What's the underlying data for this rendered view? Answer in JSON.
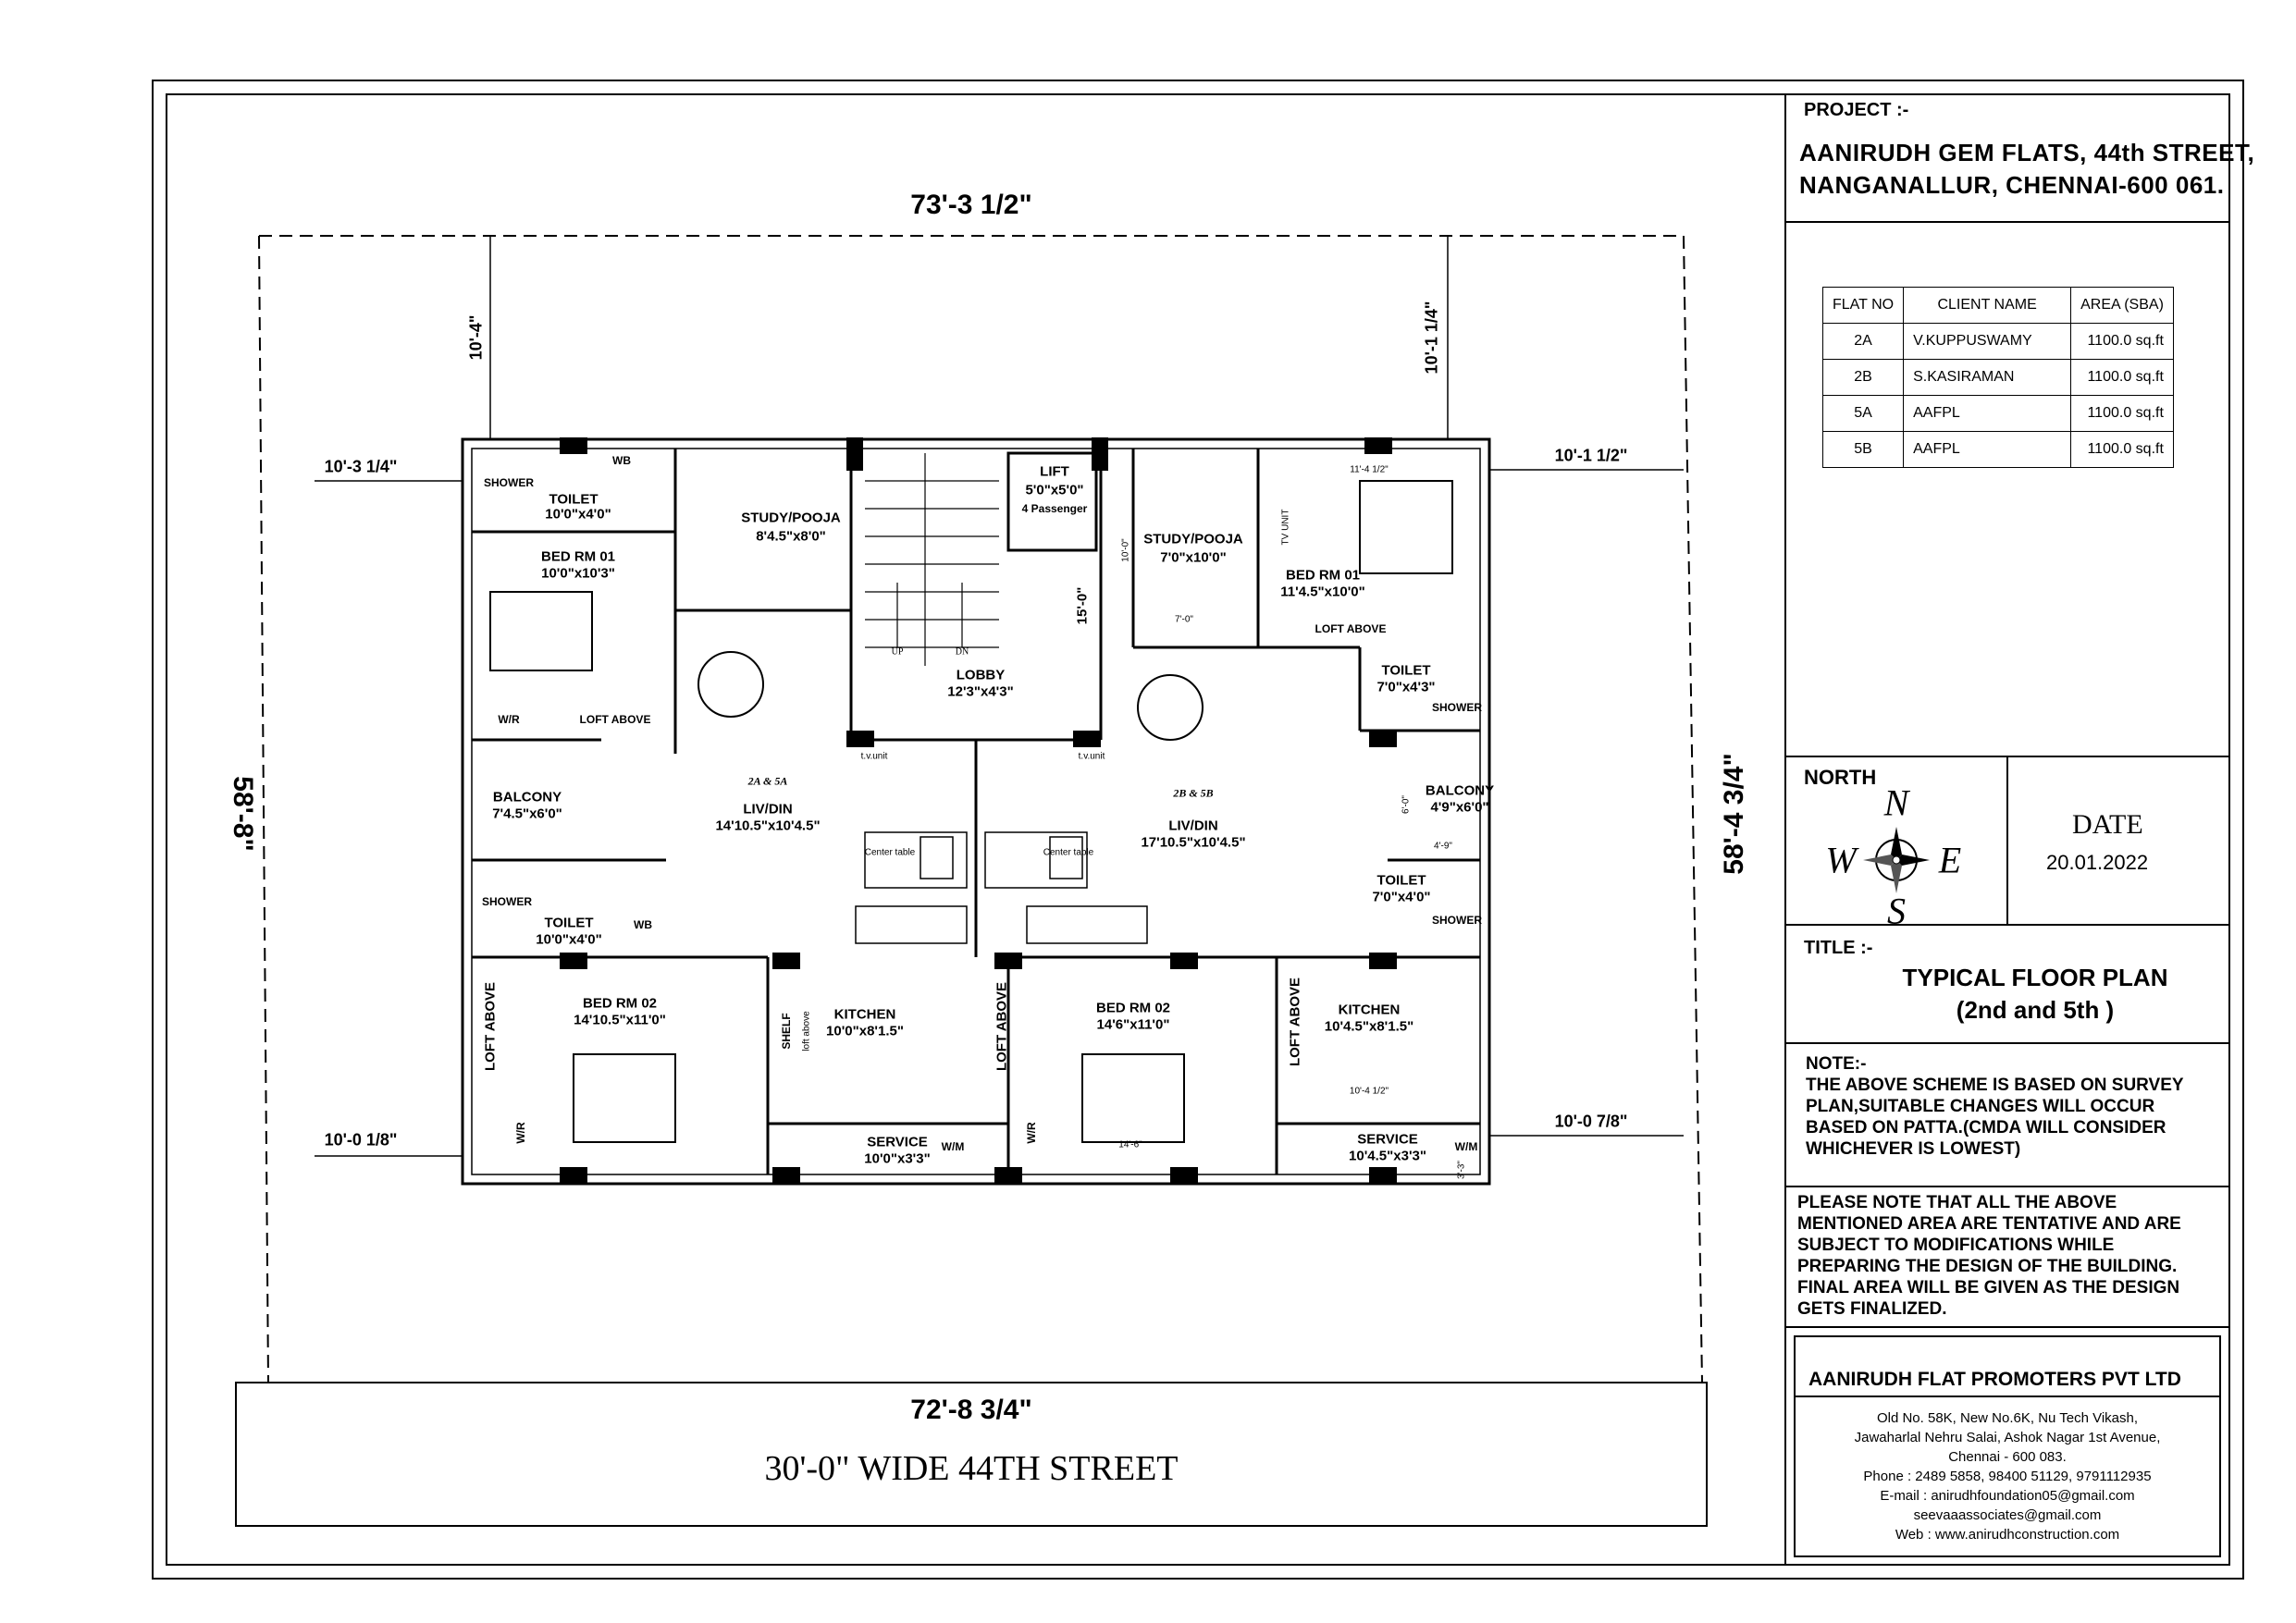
{
  "project": {
    "label": "PROJECT :-",
    "line1": "AANIRUDH GEM FLATS, 44th STREET,",
    "line2": "NANGANALLUR, CHENNAI-600 061."
  },
  "clients_table": {
    "headers": [
      "FLAT NO",
      "CLIENT NAME",
      "AREA (SBA)"
    ],
    "rows": [
      [
        "2A",
        "V.KUPPUSWAMY",
        "1100.0 sq.ft"
      ],
      [
        "2B",
        "S.KASIRAMAN",
        "1100.0 sq.ft"
      ],
      [
        "5A",
        "AAFPL",
        "1100.0 sq.ft"
      ],
      [
        "5B",
        "AAFPL",
        "1100.0 sq.ft"
      ]
    ]
  },
  "north": {
    "label": "NORTH",
    "n": "N",
    "w": "W",
    "e": "E",
    "s": "S"
  },
  "date": {
    "label": "DATE",
    "value": "20.01.2022"
  },
  "title": {
    "label": "TITLE :-",
    "line1": "TYPICAL FLOOR PLAN",
    "line2": "(2nd and 5th )"
  },
  "note": {
    "label": "NOTE:-",
    "lines": [
      "THE ABOVE SCHEME IS BASED  ON SURVEY",
      "PLAN,SUITABLE CHANGES WILL OCCUR",
      "BASED ON PATTA.(CMDA WILL CONSIDER",
      "WHICHEVER IS LOWEST)"
    ]
  },
  "disclaimer": {
    "lines": [
      "PLEASE NOTE THAT ALL THE ABOVE",
      "MENTIONED AREA ARE TENTATIVE AND ARE",
      "SUBJECT TO MODIFICATIONS WHILE",
      "PREPARING THE DESIGN OF THE BUILDING.",
      "FINAL AREA WILL BE GIVEN AS THE DESIGN",
      "GETS FINALIZED."
    ]
  },
  "company": {
    "name": "AANIRUDH FLAT PROMOTERS PVT LTD",
    "address_lines": [
      "Old No. 58K, New No.6K, Nu Tech Vikash,",
      "Jawaharlal Nehru Salai, Ashok Nagar 1st Avenue,",
      "Chennai - 600 083.",
      "Phone : 2489 5858, 98400 51129, 9791112935",
      "E-mail : anirudhfoundation05@gmail.com",
      "seevaaassociates@gmail.com",
      "Web : www.anirudhconstruction.com"
    ]
  },
  "dimensions": {
    "top_width": "73'-3 1/2\"",
    "bottom_width": "72'-8 3/4\"",
    "left_depth": "58'-8\"",
    "right_depth": "58'-4 3/4\"",
    "top_left_setback": "10'-4\"",
    "top_right_setback": "10'-1 1/4\"",
    "left_upper_setback": "10'-3 1/4\"",
    "right_upper_setback": "10'-1 1/2\"",
    "left_lower_setback": "10'-0 1/8\"",
    "right_lower_setback": "10'-0 7/8\""
  },
  "street": {
    "label": "30'-0\" WIDE 44TH STREET"
  },
  "rooms": {
    "toilet_1": {
      "name": "TOILET",
      "size": "10'0\"x4'0\""
    },
    "shower_1": "SHOWER",
    "wb_1": "WB",
    "bed1_a": {
      "name": "BED RM 01",
      "size": "10'0\"x10'3\""
    },
    "loft_1": "LOFT ABOVE",
    "wr_1": "W/R",
    "study_a": {
      "name": "STUDY/POOJA",
      "size": "8'4.5\"x8'0\""
    },
    "lift": {
      "name": "LIFT",
      "size": "5'0\"x5'0\"",
      "cap": "4 Passenger"
    },
    "lift_dim": "15'-0\"",
    "up": "UP",
    "dn": "DN",
    "lobby": {
      "name": "LOBBY",
      "size": "12'3\"x4'3\""
    },
    "tv1": "t.v.unit",
    "tv2": "t.v.unit",
    "study_b": {
      "name": "STUDY/POOJA",
      "size": "7'0\"x10'0\""
    },
    "study_b_dim_v": "10'-0\"",
    "study_b_dim_h": "7'-0\"",
    "bed1_b": {
      "name": "BED RM 01",
      "size": "11'4.5\"x10'0\""
    },
    "bed1_b_dim": "11'-4 1/2\"",
    "tv_unit_b": "TV UNIT",
    "loft_2": "LOFT ABOVE",
    "toilet_2": {
      "name": "TOILET",
      "size": "7'0\"x4'3\""
    },
    "shower_2": "SHOWER",
    "flat_a_tag": "2A & 5A",
    "flat_b_tag": "2B & 5B",
    "balcony_a": {
      "name": "BALCONY",
      "size": "7'4.5\"x6'0\""
    },
    "livdin_a": {
      "name": "LIV/DIN",
      "size": "14'10.5\"x10'4.5\""
    },
    "livdin_b": {
      "name": "LIV/DIN",
      "size": "17'10.5\"x10'4.5\""
    },
    "center_table": "Center table",
    "balcony_b": {
      "name": "BALCONY",
      "size": "4'9\"x6'0\""
    },
    "balcony_b_dim_v": "6'-0\"",
    "balcony_b_dim_h": "4'-9\"",
    "toilet_3": {
      "name": "TOILET",
      "size": "10'0\"x4'0\""
    },
    "shower_3": "SHOWER",
    "wb_3": "WB",
    "toilet_4": {
      "name": "TOILET",
      "size": "7'0\"x4'0\""
    },
    "shower_4": "SHOWER",
    "bed2_a": {
      "name": "BED RM 02",
      "size": "14'10.5\"x11'0\""
    },
    "loft_above_v1": "LOFT ABOVE",
    "wr_2": "W/R",
    "shelf": "SHELF",
    "loft_above_small": "loft above",
    "kitchen_a": {
      "name": "KITCHEN",
      "size": "10'0\"x8'1.5\""
    },
    "service_a": {
      "name": "SERVICE",
      "size": "10'0\"x3'3\""
    },
    "wm_a": "W/M",
    "loft_above_v2": "LOFT ABOVE",
    "wr_3": "W/R",
    "bed2_b": {
      "name": "BED RM 02",
      "size": "14'6\"x11'0\""
    },
    "bed2_b_dim": "14'-6\"",
    "loft_above_v3": "LOFT ABOVE",
    "kitchen_b": {
      "name": "KITCHEN",
      "size": "10'4.5\"x8'1.5\""
    },
    "kitchen_b_dim": "10'-4 1/2\"",
    "service_b": {
      "name": "SERVICE",
      "size": "10'4.5\"x3'3\""
    },
    "wm_b": "W/M",
    "service_b_dim": "3'-3\""
  }
}
